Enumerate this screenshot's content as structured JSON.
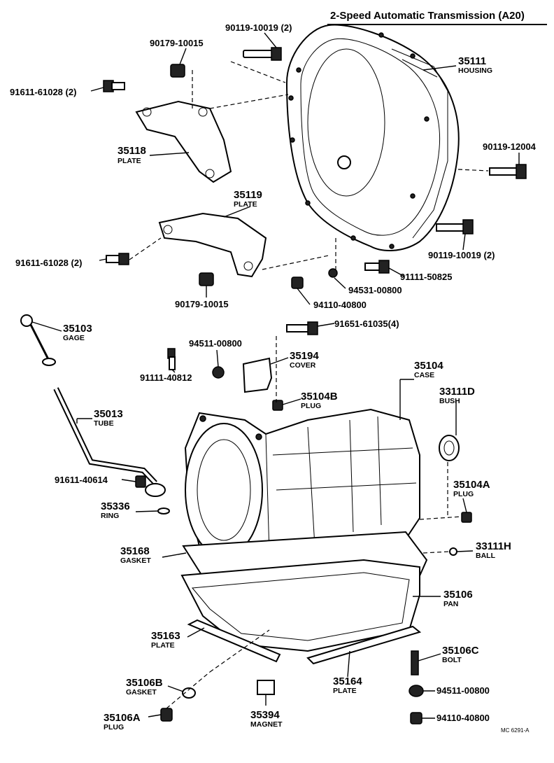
{
  "title": "2-Speed Automatic Transmission (A20)",
  "footer_code": "MC 6291-A",
  "callouts": {
    "bolt_90119_10019_top": {
      "pn": "90119-10019 (2)"
    },
    "nut_90179_10015_top": {
      "pn": "90179-10015"
    },
    "bolt_91611_61028_top": {
      "pn": "91611-61028 (2)"
    },
    "housing": {
      "pn": "35111",
      "name": "HOUSING"
    },
    "bolt_90119_12004": {
      "pn": "90119-12004"
    },
    "plate_35118": {
      "pn": "35118",
      "name": "PLATE"
    },
    "plate_35119": {
      "pn": "35119",
      "name": "PLATE"
    },
    "bolt_90119_10019_right": {
      "pn": "90119-10019 (2)"
    },
    "bolt_91611_61028_left": {
      "pn": "91611-61028 (2)"
    },
    "bolt_91111_50825": {
      "pn": "91111-50825"
    },
    "washer_94531_00800": {
      "pn": "94531-00800"
    },
    "nut_90179_10015_bottom": {
      "pn": "90179-10015"
    },
    "nut_94110_40800_top": {
      "pn": "94110-40800"
    },
    "gage": {
      "pn": "35103",
      "name": "GAGE"
    },
    "bolt_91651_61035": {
      "pn": "91651-61035(4)"
    },
    "washer_94511_00800_top": {
      "pn": "94511-00800"
    },
    "cover": {
      "pn": "35194",
      "name": "COVER"
    },
    "bolt_91111_40812": {
      "pn": "91111-40812"
    },
    "case": {
      "pn": "35104",
      "name": "CASE"
    },
    "plug_35104b": {
      "pn": "35104B",
      "name": "PLUG"
    },
    "bush": {
      "pn": "33111D",
      "name": "BUSH"
    },
    "tube": {
      "pn": "35013",
      "name": "TUBE"
    },
    "bolt_91611_40614": {
      "pn": "91611-40614"
    },
    "plug_35104a": {
      "pn": "35104A",
      "name": "PLUG"
    },
    "ring": {
      "pn": "35336",
      "name": "RING"
    },
    "gasket_35168": {
      "pn": "35168",
      "name": "GASKET"
    },
    "ball": {
      "pn": "33111H",
      "name": "BALL"
    },
    "pan": {
      "pn": "35106",
      "name": "PAN"
    },
    "plate_35163": {
      "pn": "35163",
      "name": "PLATE"
    },
    "bolt_35106c": {
      "pn": "35106C",
      "name": "BOLT"
    },
    "plate_35164": {
      "pn": "35164",
      "name": "PLATE"
    },
    "gasket_35106b": {
      "pn": "35106B",
      "name": "GASKET"
    },
    "washer_94511_00800_bottom": {
      "pn": "94511-00800"
    },
    "magnet": {
      "pn": "35394",
      "name": "MAGNET"
    },
    "plug_35106a": {
      "pn": "35106A",
      "name": "PLUG"
    },
    "nut_94110_40800_bottom": {
      "pn": "94110-40800"
    }
  }
}
